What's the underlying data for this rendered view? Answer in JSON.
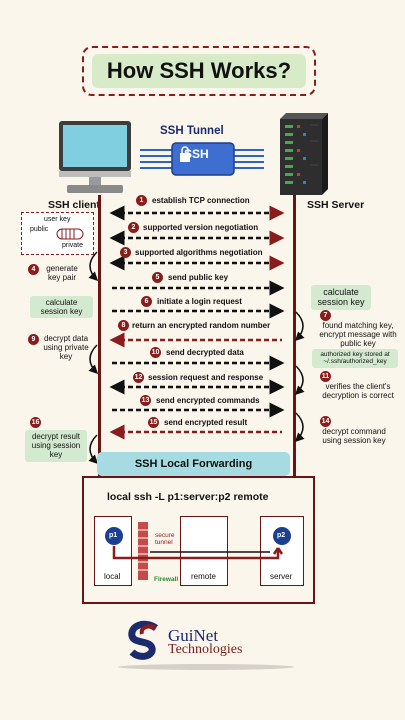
{
  "title": "How SSH Works?",
  "tunnel": {
    "label": "SSH Tunnel",
    "badge": "SSH"
  },
  "client_label": "SSH client",
  "server_label": "SSH Server",
  "keys": {
    "user_key": "user key",
    "public": "public",
    "private": "private"
  },
  "steps": [
    {
      "num": "1",
      "text": "establish TCP connection"
    },
    {
      "num": "2",
      "text": "supported version negotiation"
    },
    {
      "num": "3",
      "text": "supported algorithms negotiation"
    },
    {
      "num": "5",
      "text": "send public key"
    },
    {
      "num": "6",
      "text": "initiate a login request"
    },
    {
      "num": "8",
      "text": "return an encrypted random number"
    },
    {
      "num": "10",
      "text": "send decrypted data"
    },
    {
      "num": "12",
      "text": "session request and response"
    },
    {
      "num": "13",
      "text": "send encrypted commands"
    },
    {
      "num": "15",
      "text": "send encrypted result"
    }
  ],
  "left_notes": {
    "n4_num": "4",
    "n4_text": "generate key pair",
    "calc": "calculate session key",
    "n9_num": "9",
    "n9_text": "decrypt data using private key",
    "n16_num": "16",
    "n16_text": "decrypt result using session key"
  },
  "right_notes": {
    "calc": "calculate session key",
    "n7_num": "7",
    "n7_text": "found matching key, encrypt message with public key",
    "auth": "authorized key stored at ~/.ssh/authorized_key",
    "n11_num": "11",
    "n11_text": "verifies the client's decryption is correct",
    "n14_num": "14",
    "n14_text": "decrypt command using session key"
  },
  "forwarding": {
    "bar": "SSH Local Forwarding",
    "command": "local ssh -L p1:server:p2 remote",
    "p1": "p1",
    "p2": "p2",
    "secure_tunnel": "secure tunnel",
    "firewall": "Firewall",
    "local": "local",
    "remote": "remote",
    "server": "server"
  },
  "brand": {
    "name": "GuiNet",
    "sub": "Technologies"
  },
  "colors": {
    "arrow": "#8a1c1c",
    "accent_green": "#d4ead0",
    "forward_bar": "#a6dbe2"
  }
}
